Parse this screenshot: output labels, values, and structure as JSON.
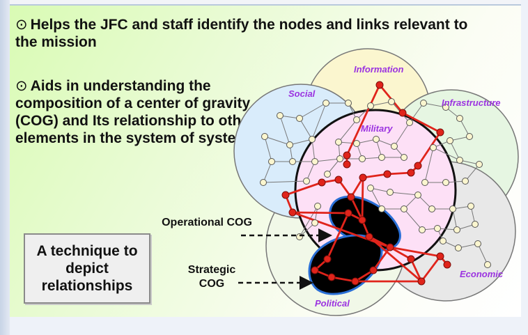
{
  "bullet_glyph": "⊙",
  "bullets": [
    "Helps the JFC and staff identify the nodes and links relevant to the mission",
    "Aids in understanding the composition of a center of gravity (COG) and Its relationship to other elements in the system of systems"
  ],
  "technique_box": "A technique to depict relationships",
  "cog_labels": {
    "operational": "Operational COG",
    "strategic": "Strategic COG"
  },
  "domains": {
    "information": "Information",
    "social": "Social",
    "infrastructure": "Infrastructure",
    "military": "Military",
    "economic": "Economic",
    "political": "Political"
  },
  "colors": {
    "domain_label": "#9b33e0",
    "link_red": "#e0241b",
    "node_red": "#e0241b",
    "node_cream": "#fbf6cf",
    "cog_fill": "#000000",
    "cog_outline": "#2a6fd6"
  }
}
